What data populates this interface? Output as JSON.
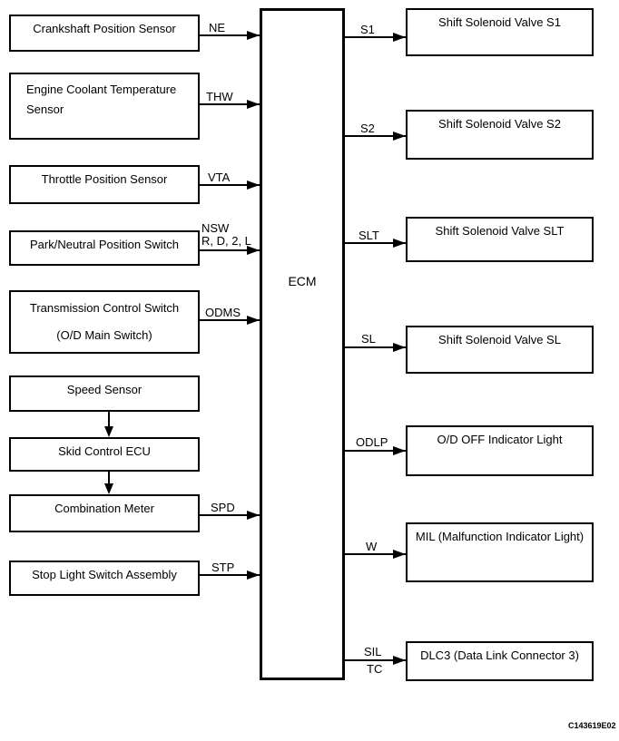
{
  "diagram": {
    "title_code": "C143619E02",
    "colors": {
      "ink": "#000000",
      "background": "#ffffff"
    },
    "ecm": {
      "label": "ECM"
    },
    "inputs": [
      {
        "label": "Crankshaft Position Sensor",
        "signal": "NE"
      },
      {
        "label_line1": "Engine Coolant Temperature",
        "label_line2": "Sensor",
        "signal": "THW"
      },
      {
        "label": "Throttle Position Sensor",
        "signal": "VTA"
      },
      {
        "label": "Park/Neutral Position Switch",
        "signal_line1": "NSW",
        "signal_line2": "R, D, 2, L"
      },
      {
        "label_line1": "Transmission Control Switch",
        "label_line2": "(O/D Main Switch)",
        "signal": "ODMS"
      },
      {
        "label": "Speed Sensor"
      },
      {
        "label": "Skid Control ECU"
      },
      {
        "label": "Combination Meter",
        "signal": "SPD"
      },
      {
        "label": "Stop Light Switch Assembly",
        "signal": "STP"
      }
    ],
    "outputs": [
      {
        "label": "Shift Solenoid Valve S1",
        "signal": "S1"
      },
      {
        "label": "Shift Solenoid Valve S2",
        "signal": "S2"
      },
      {
        "label": "Shift Solenoid Valve SLT",
        "signal": "SLT"
      },
      {
        "label": "Shift Solenoid Valve SL",
        "signal": "SL"
      },
      {
        "label": "O/D OFF Indicator Light",
        "signal": "ODLP"
      },
      {
        "label": "MIL (Malfunction Indicator Light)",
        "signal": "W"
      },
      {
        "label": "DLC3 (Data Link Connector 3)",
        "signal_line1": "SIL",
        "signal_line2": "TC"
      }
    ]
  }
}
